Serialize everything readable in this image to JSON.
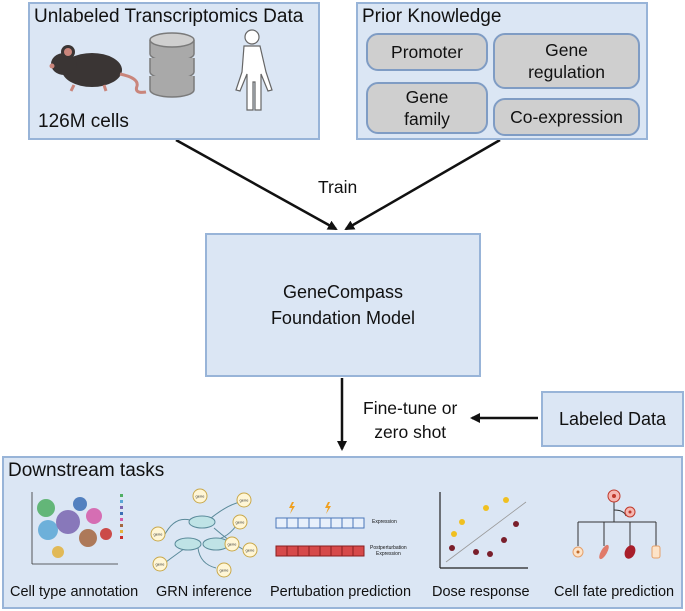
{
  "unlabeled": {
    "title": "Unlabeled Transcriptomics Data",
    "cells": "126M cells",
    "icons": [
      "mouse-icon",
      "database-icon",
      "human-icon"
    ]
  },
  "prior": {
    "title": "Prior Knowledge",
    "items": [
      "Promoter",
      "Gene\nregulation",
      "Gene\nfamily",
      "Co-expression"
    ]
  },
  "train_label": "Train",
  "model": {
    "label": "GeneCompass\nFoundation Model"
  },
  "finetune_label": "Fine-tune or\nzero shot",
  "labeled": {
    "label": "Labeled Data"
  },
  "downstream": {
    "title": "Downstream tasks",
    "tasks": [
      "Cell type annotation",
      "GRN inference",
      "Pertubation prediction",
      "Dose response",
      "Cell fate prediction"
    ],
    "grn_node_label": "gene",
    "pert_labels": {
      "top": "Expression",
      "bottom": "Postperturbation\nExpression"
    }
  },
  "colors": {
    "panel_fill": "#dbe6f4",
    "panel_border": "#98b4d8",
    "pill_fill": "#cfcfcf",
    "pill_border": "#7f9cc4",
    "arrow": "#111111"
  }
}
